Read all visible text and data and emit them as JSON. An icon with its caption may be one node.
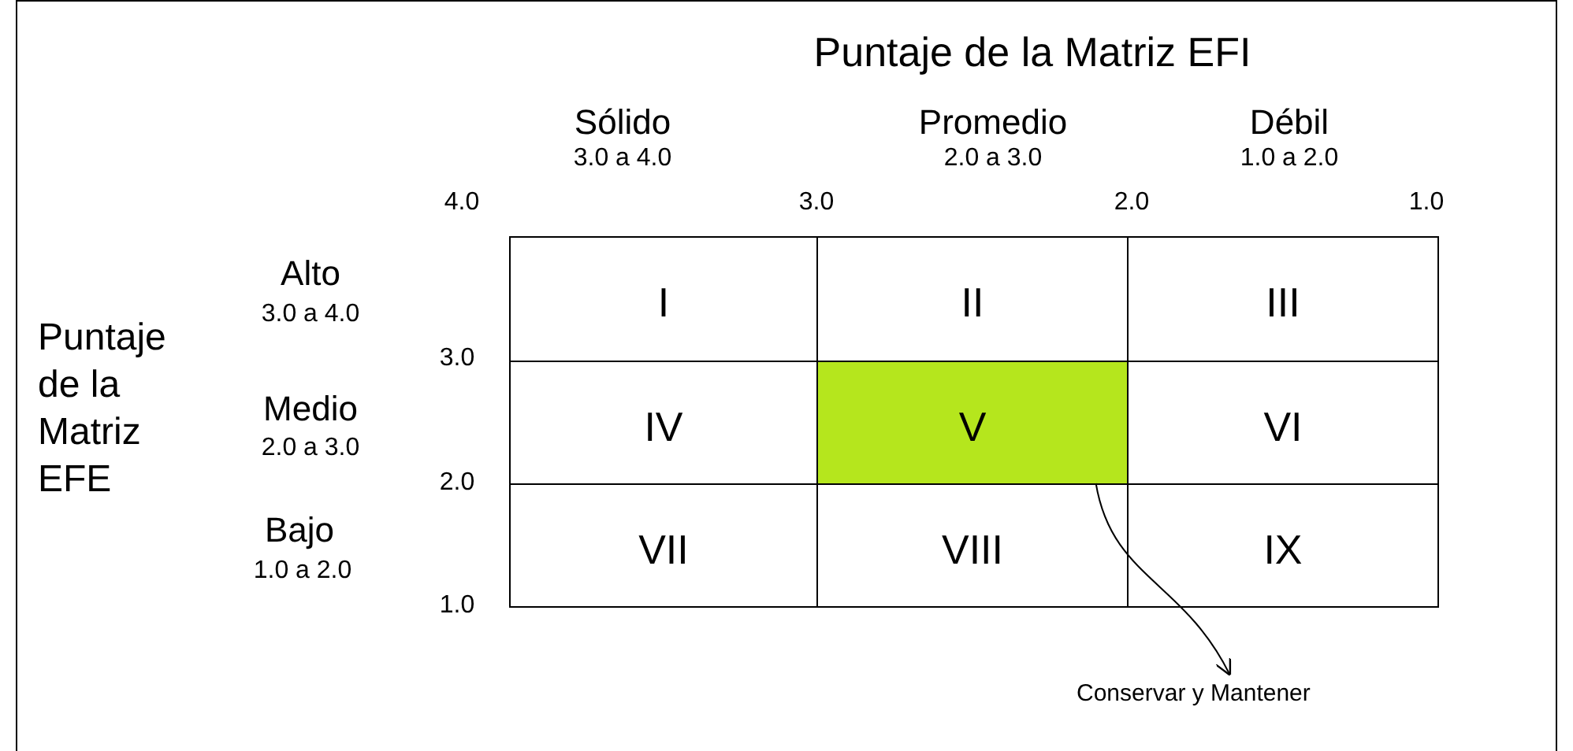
{
  "diagram": {
    "title": "Puntaje de la Matriz EFI",
    "nodes": [
      {
        "text": [
          "I"
        ]
      },
      {
        "text": [
          "II"
        ]
      },
      {
        "text": [
          "III"
        ]
      },
      {
        "text": [
          "IV"
        ]
      },
      {
        "text": [
          "V"
        ]
      },
      {
        "text": [
          "VI"
        ]
      },
      {
        "text": [
          "VII"
        ]
      },
      {
        "text": [
          "VIII"
        ]
      },
      {
        "text": [
          "IX"
        ]
      },
      {
        "text": [
          "Conservar y Mantener"
        ]
      }
    ],
    "edges": [
      {
        "from": 4,
        "to": 9,
        "arrow": "to"
      }
    ],
    "labels": [
      "Sólido",
      "3.0 a 4.0",
      "Promedio",
      "2.0 a 3.0",
      "Débil",
      "1.0 a 2.0",
      "4.0",
      "3.0",
      "2.0",
      "1.0",
      "Alto",
      "3.0 a 4.0",
      "Puntaje de la Matriz EFE",
      "3.0",
      "Medio",
      "2.0 a 3.0",
      "2.0",
      "Bajo",
      "1.0 a 2.0",
      "1.0"
    ]
  }
}
